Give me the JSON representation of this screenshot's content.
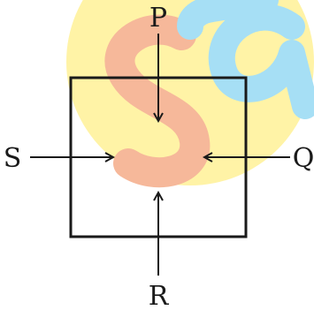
{
  "watermark": {
    "circle_color": "#fff3a6",
    "letter_s_color": "#f6b89a",
    "letter_a_color": "#a6dff5",
    "text": "Sa"
  },
  "diagram": {
    "square_color": "#1a1a1a",
    "arrow_color": "#1a1a1a",
    "labels": {
      "top": "P",
      "right": "Q",
      "bottom": "R",
      "left": "S"
    }
  }
}
